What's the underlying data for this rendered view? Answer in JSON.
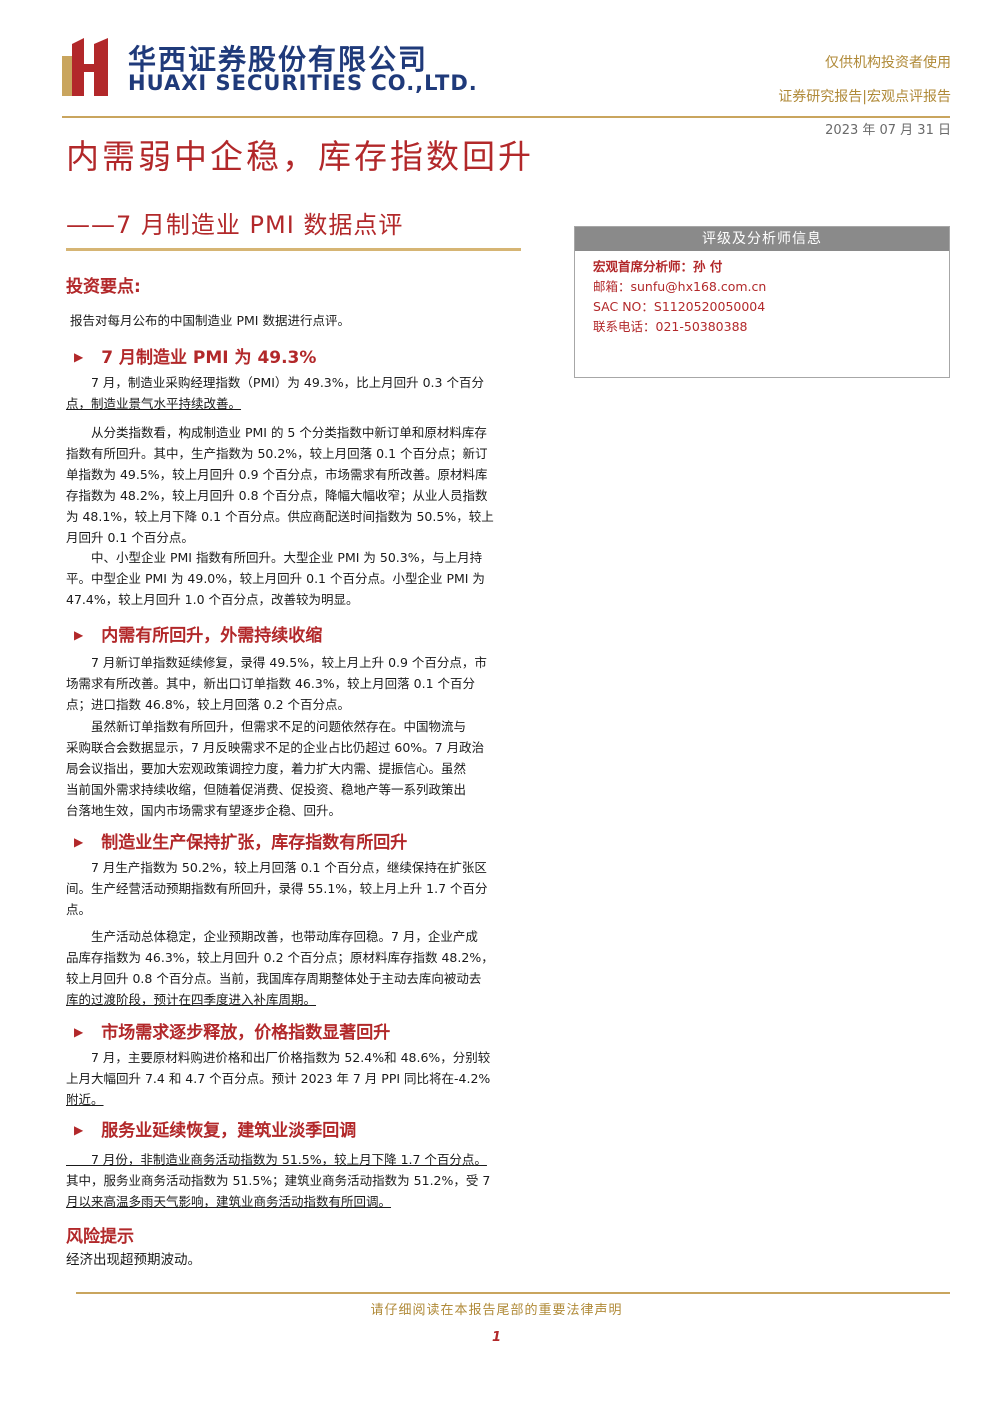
{
  "header": {
    "company_cn": "华西证券股份有限公司",
    "company_en": "HUAXI SECURITIES CO.,LTD.",
    "audience": "仅供机构投资者使用",
    "report_type": "证券研究报告|宏观点评报告",
    "date": "2023 年 07 月 31 日"
  },
  "title": "内需弱中企稳，库存指数回升",
  "subtitle": "——7 月制造业 PMI 数据点评",
  "analyst": {
    "box_title": "评级及分析师信息",
    "name": "宏观首席分析师：孙 付",
    "email": "邮箱：sunfu@hx168.com.cn",
    "sac": "SAC NO：S1120520050004",
    "phone": "联系电话：021-50380388"
  },
  "invest": {
    "title": "投资要点:",
    "intro": "报告对每月公布的中国制造业 PMI 数据进行点评。"
  },
  "sections": [
    {
      "title": "7 月制造业 PMI 为 49.3%",
      "paragraphs": [
        [
          "　　7 月，制造业采购经理指数（PMI）为 49.3%，比上月回升 0.3 个百分",
          "点，制造业景气水平持续改善。"
        ],
        [
          "　　从分类指数看，构成制造业 PMI 的 5 个分类指数中新订单和原材料库存",
          "指数有所回升。其中，生产指数为 50.2%，较上月回落 0.1 个百分点；新订",
          "单指数为 49.5%，较上月回升 0.9 个百分点，市场需求有所改善。原材料库",
          "存指数为 48.2%，较上月回升 0.8 个百分点，降幅大幅收窄；从业人员指数",
          "为 48.1%，较上月下降 0.1 个百分点。供应商配送时间指数为 50.5%，较上",
          "月回升 0.1 个百分点。"
        ],
        [
          "　　中、小型企业 PMI 指数有所回升。大型企业 PMI 为 50.3%，与上月持",
          "平。中型企业 PMI 为 49.0%，较上月回升 0.1 个百分点。小型企业 PMI 为",
          "47.4%，较上月回升 1.0 个百分点，改善较为明显。"
        ]
      ]
    },
    {
      "title": "内需有所回升，外需持续收缩",
      "paragraphs": [
        [
          "　　7 月新订单指数延续修复，录得 49.5%，较上月上升 0.9 个百分点，市",
          "场需求有所改善。其中，新出口订单指数 46.3%，较上月回落 0.1 个百分",
          "点；进口指数 46.8%，较上月回落 0.2 个百分点。"
        ],
        [
          "　　虽然新订单指数有所回升，但需求不足的问题依然存在。中国物流与",
          "采购联合会数据显示，7 月反映需求不足的企业占比仍超过 60%。7 月政治",
          "局会议指出，要加大宏观政策调控力度，着力扩大内需、提振信心。虽然",
          "当前国外需求持续收缩，但随着促消费、促投资、稳地产等一系列政策出",
          "台落地生效，国内市场需求有望逐步企稳、回升。"
        ]
      ]
    },
    {
      "title": "制造业生产保持扩张，库存指数有所回升",
      "paragraphs": [
        [
          "　　7 月生产指数为 50.2%，较上月回落 0.1 个百分点，继续保持在扩张区",
          "间。生产经营活动预期指数有所回升，录得 55.1%，较上月上升 1.7 个百分",
          "点。"
        ],
        [
          "　　生产活动总体稳定，企业预期改善，也带动库存回稳。7 月，企业产成",
          "品库存指数为 46.3%，较上月回升 0.2 个百分点；原材料库存指数 48.2%，",
          "较上月回升 0.8 个百分点。当前，我国库存周期整体处于主动去库向被动去",
          "库的过渡阶段，预计在四季度进入补库周期。"
        ]
      ]
    },
    {
      "title": "市场需求逐步释放，价格指数显著回升",
      "paragraphs": [
        [
          "　　7 月，主要原材料购进价格和出厂价格指数为 52.4%和 48.6%，分别较",
          "上月大幅回升 7.4 和 4.7 个百分点。预计 2023 年 7 月 PPI 同比将在-4.2%",
          "附近。"
        ]
      ]
    },
    {
      "title": "服务业延续恢复，建筑业淡季回调",
      "paragraphs": [
        [
          "　　7 月份，非制造业商务活动指数为 51.5%，较上月下降 1.7 个百分点。",
          "其中，服务业商务活动指数为 51.5%；建筑业商务活动指数为 51.2%，受 7",
          "月以来高温多雨天气影响，建筑业商务活动指数有所回调。"
        ]
      ]
    }
  ],
  "risk": {
    "title": "风险提示",
    "text": "经济出现超预期波动。"
  },
  "footer": {
    "note": "请仔细阅读在本报告尾部的重要法律声明",
    "page": "1"
  },
  "colors": {
    "brand_red": "#b2282a",
    "brand_gold": "#c9a55e",
    "brand_blue": "#1f3a7a"
  }
}
